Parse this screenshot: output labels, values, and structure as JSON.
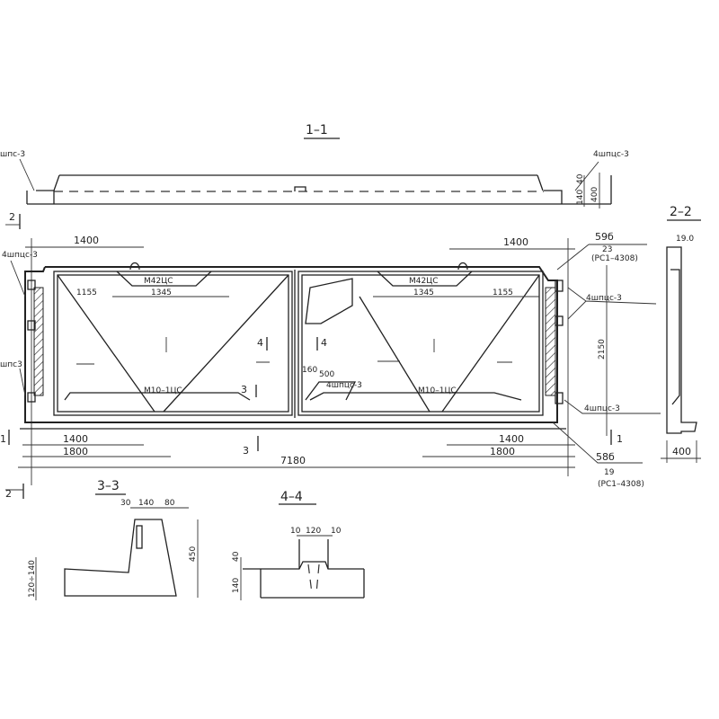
{
  "sections": {
    "s11": "1–1",
    "s22": "2–2",
    "s33": "3–3",
    "s44": "4–4",
    "cut2_top": "2",
    "cut2_bottom": "2",
    "cut1_left": "1",
    "cut1_right": "1",
    "cut3_upper": "3",
    "cut3_lower": "3",
    "cut4_left": "4",
    "cut4_right": "4"
  },
  "labels": {
    "shps3_left": "шпс-3",
    "shpcs3_right_top": "4шпцс-3",
    "shpcs3_left_elev": "4шпцс-3",
    "shps3_left_low": "шпс3",
    "m42_left": "М42ЦС",
    "m42_right": "М42ЦС",
    "m10_left": "М10–1ЦС",
    "m10_right": "М10–1ЦС",
    "shpcs3_mid": "4шпцс-3",
    "shpcs3_right_mid": "4шпцс-3",
    "shps3_right_low": "4шпцс-3",
    "ref_59b": "59б",
    "ref_59b_sub": "23",
    "ref_59b_doc": "(РС1–4308)",
    "ref_58b": "58б",
    "ref_58b_sub": "19",
    "ref_58b_doc": "(РС1–4308)"
  },
  "dimensions": {
    "d1400_top_left": "1400",
    "d1400_top_right": "1400",
    "d1155_left": "1155",
    "d1155_right": "1155",
    "d1345_left": "1345",
    "d1345_right": "1345",
    "d1400_bot_left": "1400",
    "d1800_bot_left": "1800",
    "d1400_bot_right": "1400",
    "d1800_bot_right": "1800",
    "d7180": "7180",
    "d2150": "2150",
    "d160": "160",
    "d500": "500",
    "d40_11": "40",
    "d140_11": "140",
    "d400_11": "400",
    "d190_22": "19.0",
    "d400_22": "400",
    "d30_33": "30",
    "d140_33": "140",
    "d80_33": "80",
    "d450_33": "450",
    "d120_33": "120÷140",
    "d10a_44": "10",
    "d120_44": "120",
    "d10b_44": "10",
    "d40_44": "40",
    "d140_44": "140"
  }
}
